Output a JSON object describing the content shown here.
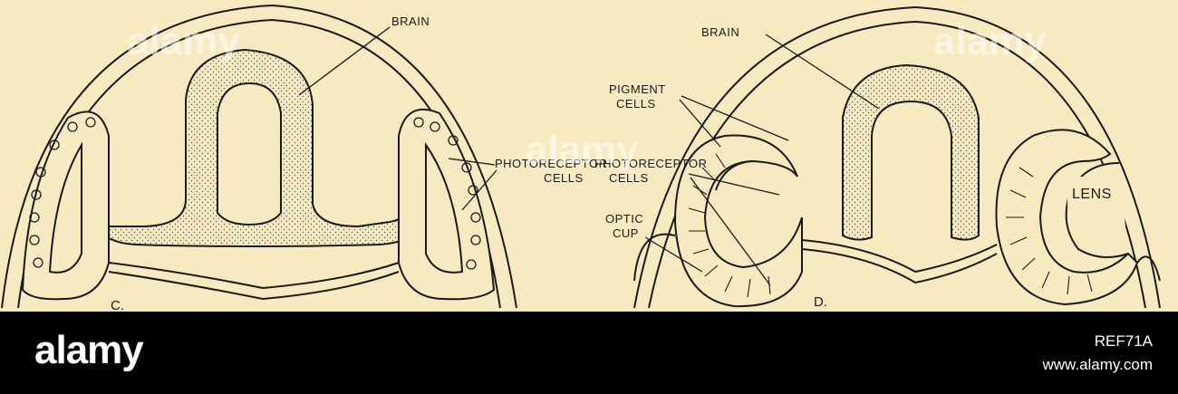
{
  "labels": {
    "brain_c": "BRAIN",
    "photoreceptor_c": "PHOTORECEPTOR",
    "photoreceptor_c2": "CELLS",
    "panel_c": "C.",
    "brain_d": "BRAIN",
    "pigment_1": "PIGMENT",
    "pigment_2": "CELLS",
    "photoreceptor_d": "PHOTORECEPTOR",
    "photoreceptor_d2": "CELLS",
    "optic_1": "OPTIC",
    "optic_2": "CUP",
    "lens": "LENS",
    "panel_d": "D."
  },
  "watermark": "alamy",
  "footer": {
    "logo": "alamy",
    "image_id": "REF71A",
    "site": "www.alamy.com"
  },
  "colors": {
    "paper": "#f7e9c0",
    "ink": "#1a1a1a",
    "footer_bg": "#000000"
  }
}
